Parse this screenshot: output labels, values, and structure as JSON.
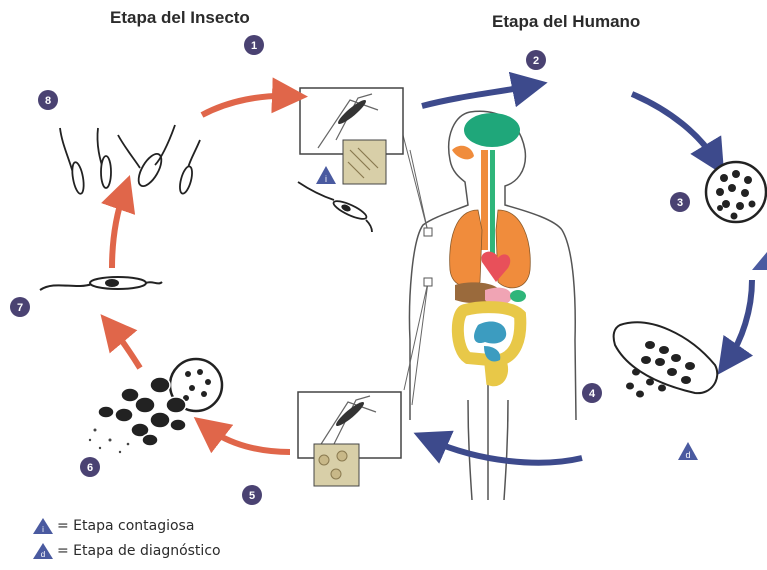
{
  "titles": {
    "insect": "Etapa del Insecto",
    "human": "Etapa del Humano"
  },
  "steps": [
    "1",
    "2",
    "3",
    "4",
    "5",
    "6",
    "7",
    "8"
  ],
  "triangle_marks": {
    "infective": "i",
    "diagnostic": "d"
  },
  "legend": {
    "infective": "= Etapa contagiosa",
    "diagnostic": "= Etapa de diagnóstico"
  },
  "colors": {
    "human_arrow": "#3d4a8c",
    "insect_arrow": "#e0664a",
    "marker": "#4a4272",
    "triangle": "#4a5aa0",
    "brain": "#1fa77a",
    "lungs": "#f08c3c",
    "heart": "#e8505a",
    "liver": "#9a6a3c",
    "stomach": "#f0a4b4",
    "spleen": "#2fb57a",
    "intestine_large": "#e8c848",
    "intestine_small": "#3c9cc0",
    "inset_bg": "#d8cfa8"
  }
}
